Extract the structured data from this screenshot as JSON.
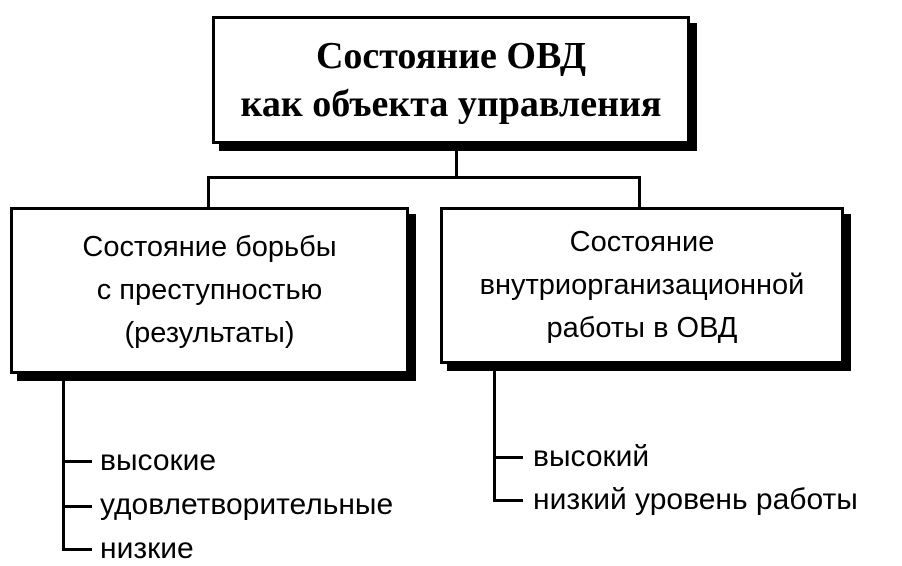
{
  "root": {
    "lines": [
      "Состояние ОВД",
      "как объекта управления"
    ]
  },
  "branches": [
    {
      "lines": [
        "Состояние борьбы",
        "с преступностью",
        "(результаты)"
      ],
      "items": [
        "высокие",
        "удовлетворительные",
        "низкие"
      ]
    },
    {
      "lines": [
        "Состояние",
        "внутриорганизационной",
        "работы в ОВД"
      ],
      "items": [
        "высокий",
        "низкий уровень работы"
      ]
    }
  ]
}
